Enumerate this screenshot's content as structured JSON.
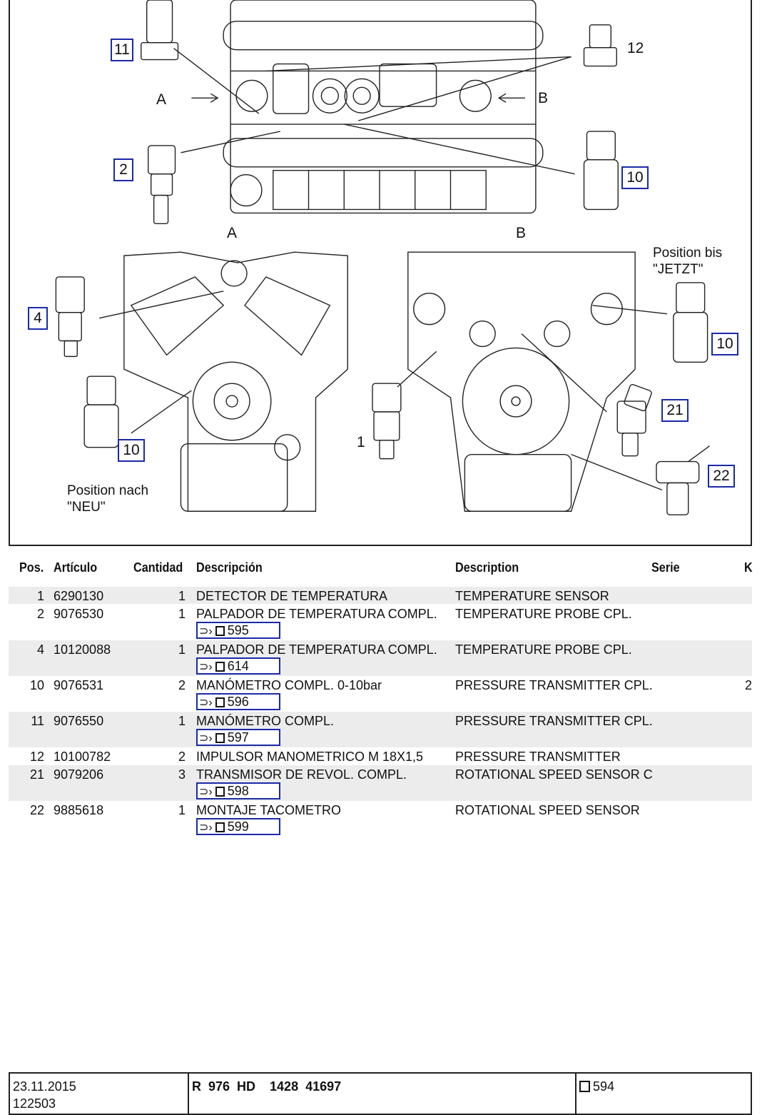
{
  "figure": {
    "callouts": [
      {
        "id": "c11a",
        "label": "11"
      },
      {
        "id": "c2",
        "label": "2"
      },
      {
        "id": "c10a",
        "label": "10"
      },
      {
        "id": "c4",
        "label": "4"
      },
      {
        "id": "c10b",
        "label": "10"
      },
      {
        "id": "c10c",
        "label": "10"
      },
      {
        "id": "c21",
        "label": "21"
      },
      {
        "id": "c22",
        "label": "22"
      }
    ],
    "labels": {
      "label_12": "12",
      "label_1": "1",
      "view_a_arrow": "A",
      "view_b_arrow": "B",
      "view_a_title": "A",
      "view_b_title": "B"
    },
    "notes": {
      "position_bis_line1": "Position bis",
      "position_bis_line2": "\"JETZT\"",
      "position_nach_line1": "Position nach",
      "position_nach_line2": "\"NEU\""
    }
  },
  "table": {
    "headers": {
      "pos": "Pos.",
      "articulo": "Artículo",
      "cantidad": "Cantidad",
      "descripcion": "Descripción",
      "description": "Description",
      "serie": "Serie",
      "k": "K"
    },
    "rows": [
      {
        "pos": "1",
        "articulo": "6290130",
        "cantidad": "1",
        "descripcion": "DETECTOR DE TEMPERATURA",
        "description": "TEMPERATURE SENSOR",
        "k": "",
        "ref": ""
      },
      {
        "pos": "2",
        "articulo": "9076530",
        "cantidad": "1",
        "descripcion": "PALPADOR DE TEMPERATURA COMPL.",
        "description": "TEMPERATURE PROBE CPL.",
        "k": "",
        "ref": "595"
      },
      {
        "pos": "4",
        "articulo": "10120088",
        "cantidad": "1",
        "descripcion": "PALPADOR DE TEMPERATURA COMPL.",
        "description": "TEMPERATURE PROBE CPL.",
        "k": "",
        "ref": "614"
      },
      {
        "pos": "10",
        "articulo": "9076531",
        "cantidad": "2",
        "descripcion": "MANÓMETRO COMPL. 0-10bar",
        "description": "PRESSURE TRANSMITTER CPL.",
        "k": "2",
        "ref": "596"
      },
      {
        "pos": "11",
        "articulo": "9076550",
        "cantidad": "1",
        "descripcion": "MANÓMETRO COMPL.",
        "description": "PRESSURE TRANSMITTER CPL.",
        "k": "",
        "ref": "597"
      },
      {
        "pos": "12",
        "articulo": "10100782",
        "cantidad": "2",
        "descripcion": "IMPULSOR MANOMETRICO M 18X1,5",
        "description": "PRESSURE TRANSMITTER",
        "k": "",
        "ref": ""
      },
      {
        "pos": "21",
        "articulo": "9079206",
        "cantidad": "3",
        "descripcion": "TRANSMISOR DE REVOL. COMPL.",
        "description": "ROTATIONAL SPEED SENSOR C",
        "k": "",
        "ref": "598"
      },
      {
        "pos": "22",
        "articulo": "9885618",
        "cantidad": "1",
        "descripcion": "MONTAJE TACOMETRO",
        "description": "ROTATIONAL SPEED SENSOR",
        "k": "",
        "ref": "599"
      }
    ]
  },
  "footer": {
    "date": "23.11.2015",
    "code": "122503",
    "model": "R  976  HD    1428  41697",
    "page": "594"
  }
}
